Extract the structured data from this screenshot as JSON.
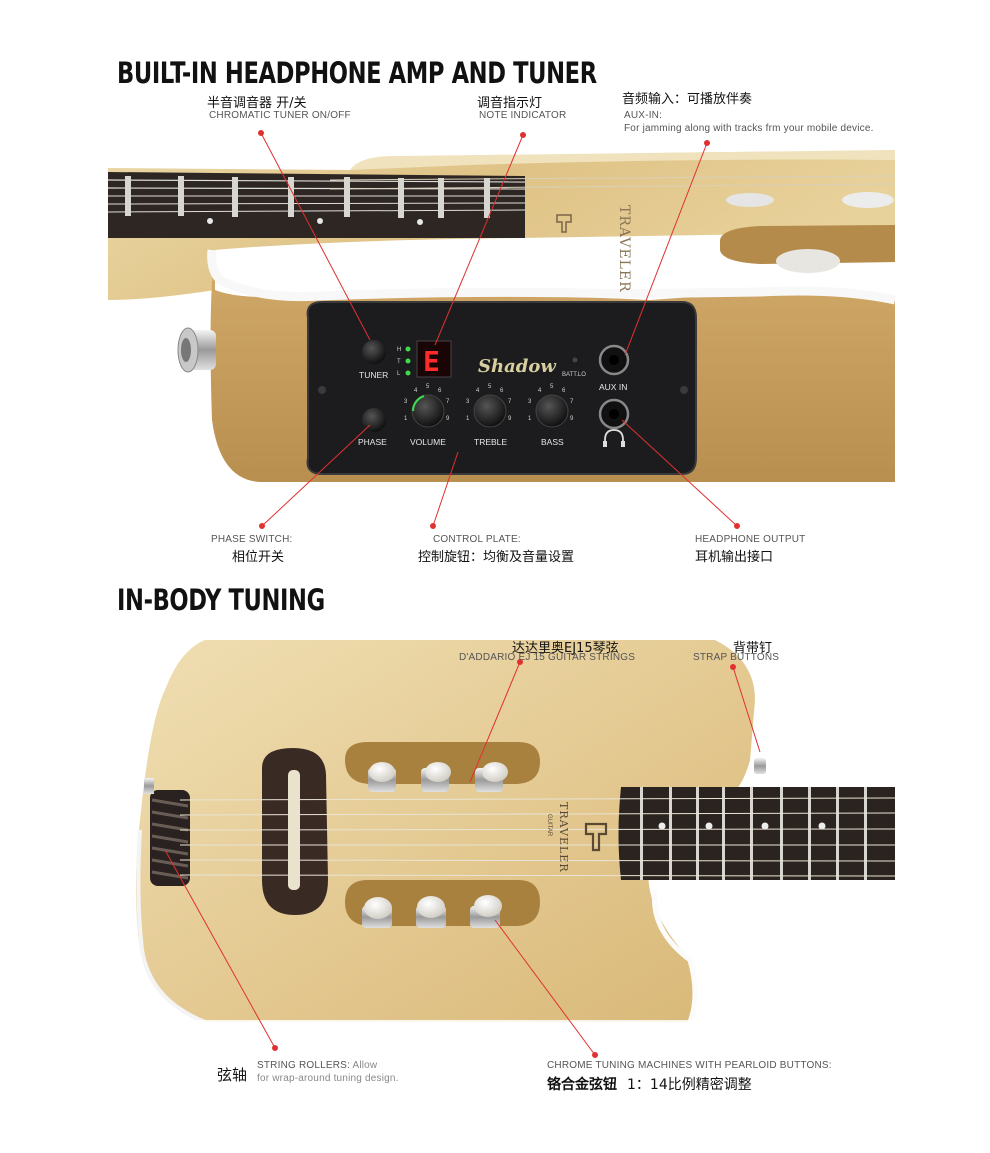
{
  "section1": {
    "title": "BUILT-IN HEADPHONE AMP AND TUNER",
    "callouts": {
      "tuner_switch": {
        "cn": "半音调音器 开/关",
        "en": "CHROMATIC TUNER ON/OFF"
      },
      "note_indicator": {
        "cn": "调音指示灯",
        "en": "NOTE INDICATOR"
      },
      "aux_in": {
        "cn": "音频输入：可播放伴奏",
        "en": "AUX-IN:",
        "desc": "For jamming along with tracks frm your mobile device."
      },
      "phase_switch": {
        "en": "PHASE SWITCH:",
        "cn": "相位开关"
      },
      "control_plate": {
        "en": "CONTROL PLATE:",
        "cn": "控制旋钮：均衡及音量设置"
      },
      "headphone_output": {
        "en": "HEADPHONE OUTPUT",
        "cn": "耳机输出接口"
      }
    },
    "panel": {
      "brand": "Shadow",
      "tuner_label": "TUNER",
      "phase_label": "PHASE",
      "volume_label": "VOLUME",
      "treble_label": "TREBLE",
      "bass_label": "BASS",
      "batt_label": "BATT.LO",
      "aux_label": "AUX IN",
      "display_note": "E",
      "led_letters": [
        "H",
        "T",
        "L"
      ],
      "led_colors": [
        "#3ddc4a",
        "#3ddc4a",
        "#3ddc4a"
      ]
    }
  },
  "section2": {
    "title": "IN-BODY TUNING",
    "callouts": {
      "strings": {
        "cn": "达达里奥EJ15琴弦",
        "en": "D'ADDARIO EJ 15 GUITAR STRINGS"
      },
      "strap": {
        "cn": "背带钉",
        "en": "STRAP BUTTONS"
      },
      "rollers": {
        "cn": "弦轴",
        "en_bold": "STRING ROLLERS:",
        "en_rest": " Allow",
        "en2": "for wrap-around tuning design."
      },
      "machines": {
        "en": "CHROME TUNING MACHINES WITH PEARLOID BUTTONS:",
        "cn_bold": "铬合金弦钮",
        "cn_rest": "1：14比例精密调整"
      }
    },
    "logo": {
      "brand": "TRAVELER",
      "sub": "GUITAR"
    }
  },
  "colors": {
    "wood": "#e3c98f",
    "fretboard": "#2b2320",
    "panel": "#1c1c1e",
    "pointer": "#e03030"
  }
}
